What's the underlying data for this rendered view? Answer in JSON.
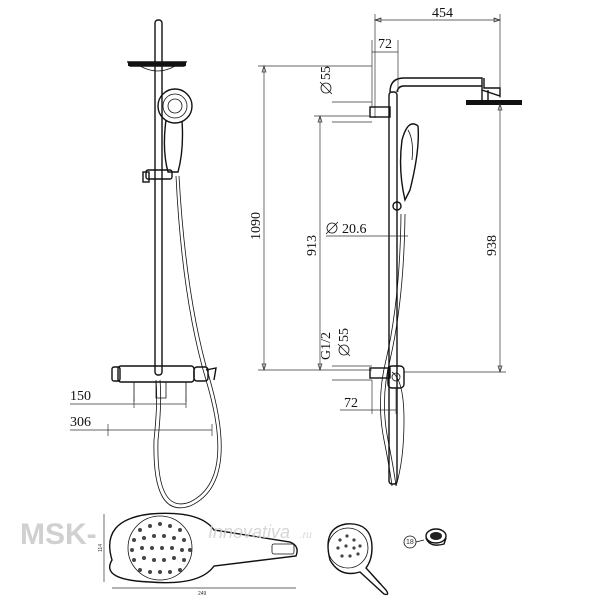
{
  "dimensions": {
    "top_width": "454",
    "arm_offset_top": "72",
    "dia_top": "55",
    "height_total": "1090",
    "height_913": "913",
    "dia_pipe": "20.6",
    "height_938": "938",
    "thread": "G1/2",
    "dia_bottom": "55",
    "arm_offset_bottom": "72",
    "mixer_150": "150",
    "mixer_306": "306",
    "hand_height": "114",
    "hand_length": "249",
    "part_18": "18"
  },
  "watermark": {
    "brand": "MSK-",
    "site": "Innovativa",
    "tld": ".ru"
  }
}
